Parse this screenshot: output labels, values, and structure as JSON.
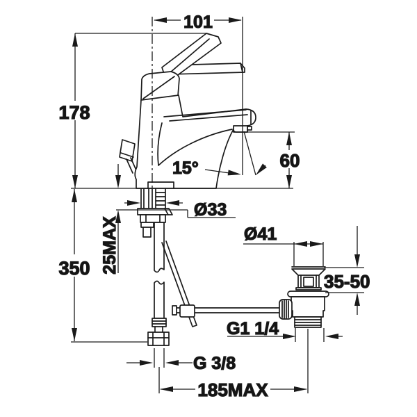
{
  "drawing": {
    "type": "technical dimension drawing",
    "subject": "single-lever basin mixer tap with pop-up waste",
    "background_color": "#ffffff",
    "line_color": "#1a1a1a",
    "dims": {
      "spout_reach": "101",
      "height_to_handle": "178",
      "spout_angle": "15°",
      "outlet_height": "60",
      "shank_diameter": "Ø33",
      "max_deck_thickness": "25MAX",
      "supply_drop": "350",
      "waste_flange_diameter": "Ø41",
      "waste_deck_range": "35-50",
      "waste_thread": "G1 1/4",
      "supply_thread": "G 3/8",
      "max_offset": "185MAX"
    }
  }
}
